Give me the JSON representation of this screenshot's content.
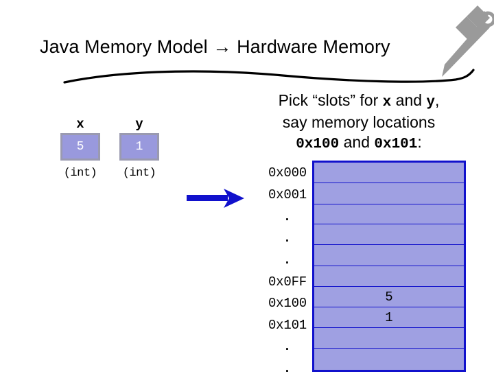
{
  "slide": {
    "title": "Java Memory Model → Hardware Memory",
    "decoration_icon": "sword-icon"
  },
  "variables": {
    "items": [
      {
        "name": "x",
        "value": "5",
        "type": "(int)"
      },
      {
        "name": "y",
        "value": "1",
        "type": "(int)"
      }
    ],
    "box_fill": "#9999dd",
    "box_border": "#9a9ab0"
  },
  "arrow": {
    "direction": "right",
    "color": "#1111cc",
    "icon": "right-arrow-icon"
  },
  "caption": {
    "line1_pre": "Pick “slots” for ",
    "line1_code1": "x",
    "line1_mid": " and ",
    "line1_code2": "y",
    "line1_post": ",",
    "line2": "say memory locations",
    "line3_code1": "0x100",
    "line3_mid": " and ",
    "line3_code2": "0x101",
    "line3_post": ":"
  },
  "memory": {
    "border_color": "#1111cc",
    "cell_fill": "#9fa0e2",
    "rows": [
      {
        "address": "0x000",
        "value": "",
        "height": 30,
        "is_dot": false
      },
      {
        "address": "0x001",
        "value": "",
        "height": 31,
        "is_dot": false
      },
      {
        "address": ".",
        "value": "",
        "height": 29,
        "is_dot": true
      },
      {
        "address": ".",
        "value": "",
        "height": 30,
        "is_dot": true
      },
      {
        "address": ".",
        "value": "",
        "height": 31,
        "is_dot": true
      },
      {
        "address": "0x0FF",
        "value": "",
        "height": 30,
        "is_dot": false
      },
      {
        "address": "0x100",
        "value": "5",
        "height": 30,
        "is_dot": false
      },
      {
        "address": "0x101",
        "value": "1",
        "height": 30,
        "is_dot": false
      },
      {
        "address": ".",
        "value": "",
        "height": 30,
        "is_dot": true
      },
      {
        "address": ".",
        "value": "",
        "height": 31,
        "is_dot": true
      }
    ]
  }
}
